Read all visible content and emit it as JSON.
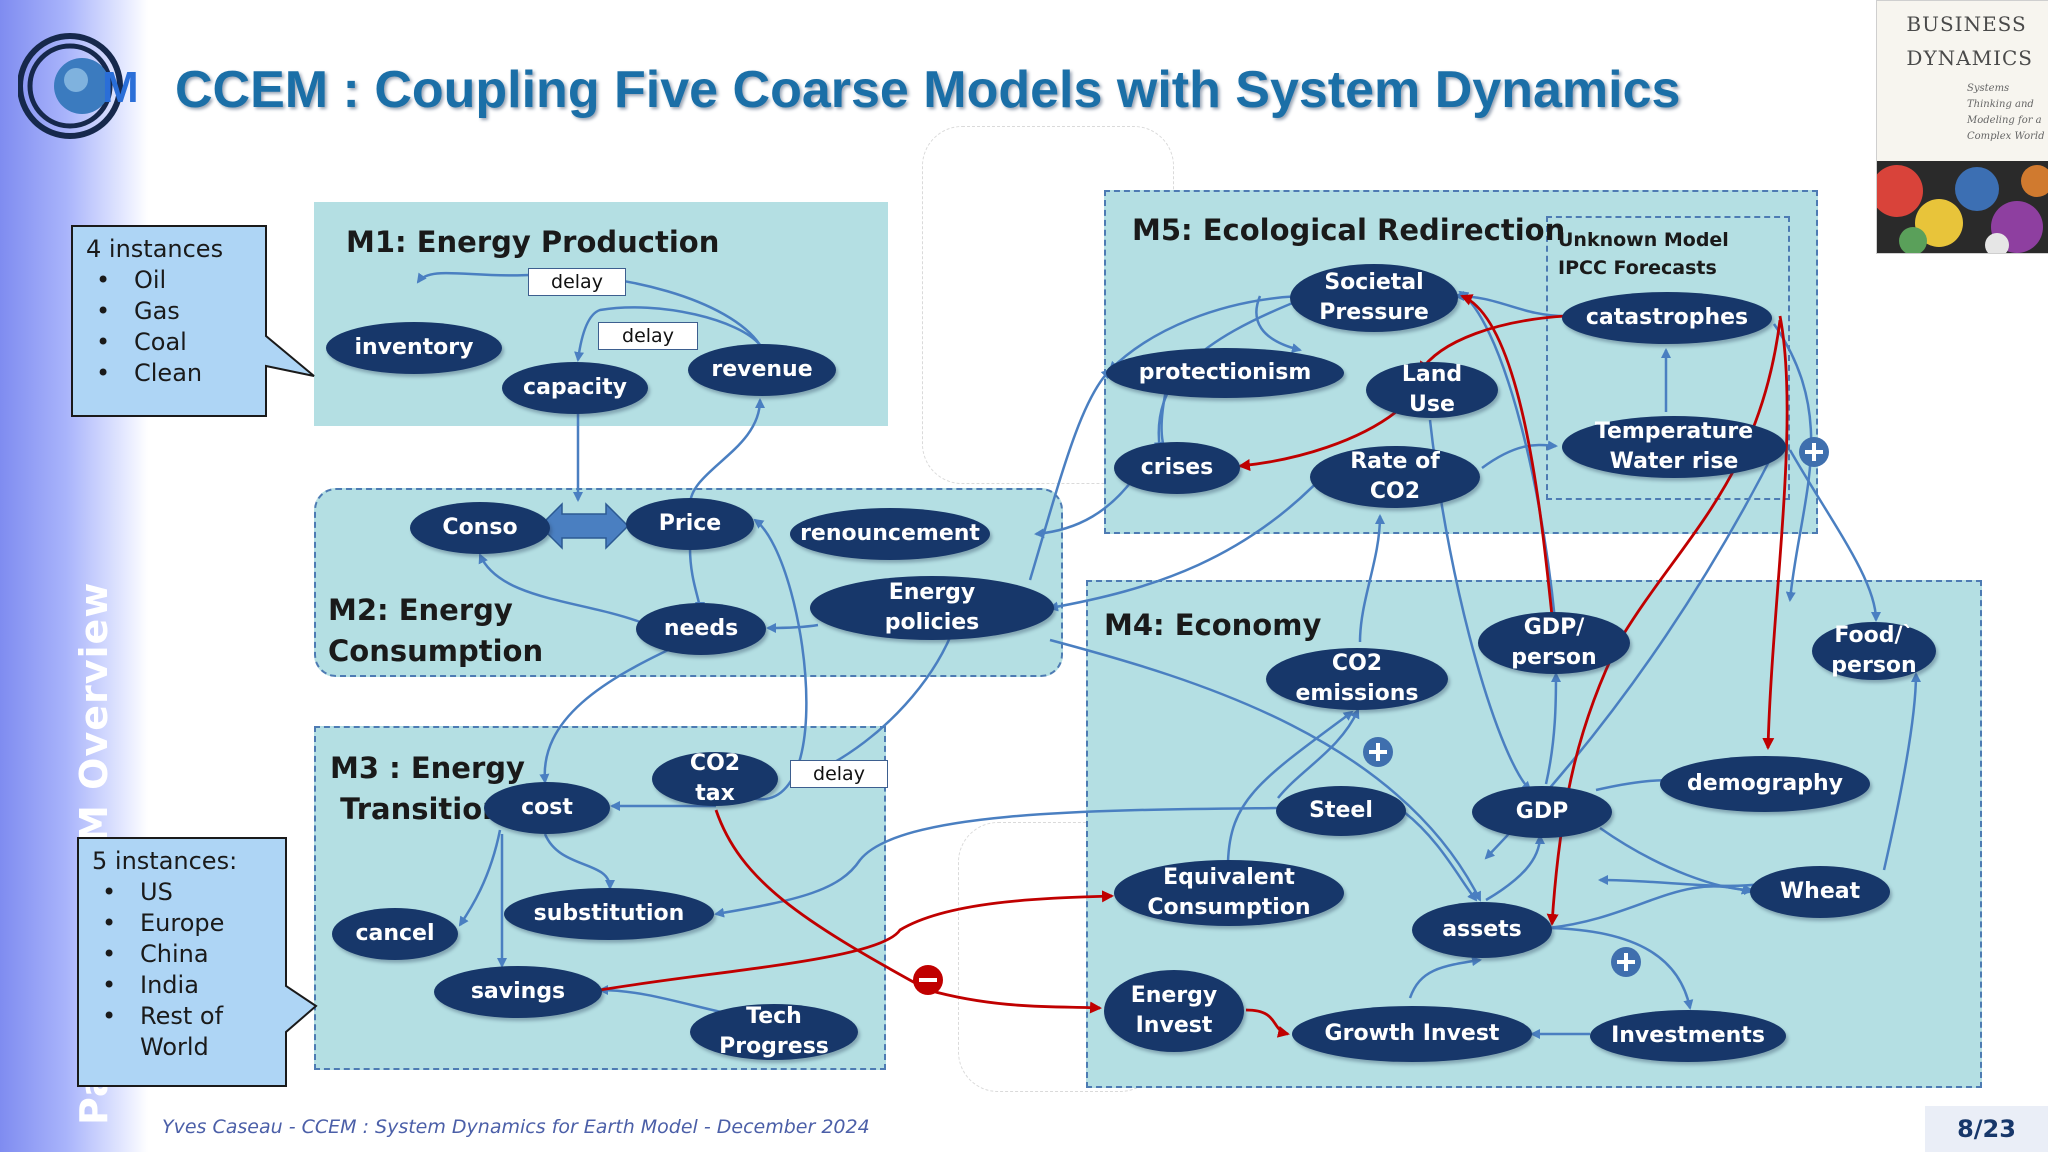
{
  "title": "CCEM : Coupling Five Coarse Models with System Dynamics",
  "sidebar": {
    "vertical_text": "Part II  - CCEM Overview"
  },
  "logo": {
    "text": "CCEM"
  },
  "book_cover": {
    "title_line1": "BUSINESS",
    "title_line2": "DYNAMICS",
    "subtitle": "Systems\nThinking and\nModeling for a\nComplex World"
  },
  "callouts": {
    "energy": {
      "heading": "4 instances",
      "items": [
        "Oil",
        "Gas",
        "Coal",
        "Clean"
      ]
    },
    "regions": {
      "heading": "5 instances:",
      "items": [
        "US",
        "Europe",
        "China",
        "India",
        "Rest of\nWorld"
      ]
    }
  },
  "panels": {
    "m1": {
      "title": "M1: Energy Production"
    },
    "m2": {
      "title": "M2: Energy\nConsumption"
    },
    "m3": {
      "title": "M3 : Energy\n Transition"
    },
    "m4": {
      "title": "M4: Economy"
    },
    "m5": {
      "title": "M5: Ecological Redirection",
      "unknown_model": "Unknown Model\nIPCC Forecasts"
    }
  },
  "delay_labels": {
    "d1": "delay",
    "d2": "delay",
    "d3": "delay"
  },
  "nodes": {
    "inventory": "inventory",
    "capacity": "capacity",
    "revenue": "revenue",
    "conso": "Conso",
    "price": "Price",
    "renouncement": "renouncement",
    "needs": "needs",
    "energy_policies": "Energy\npolicies",
    "co2_tax": "CO2\ntax",
    "cost": "cost",
    "substitution": "substitution",
    "cancel": "cancel",
    "savings": "savings",
    "tech_progress": "Tech\nProgress",
    "societal_pressure": "Societal\nPressure",
    "protectionism": "protectionism",
    "land_use": "Land\nUse",
    "crises": "crises",
    "rate_co2": "Rate of\nCO2",
    "catastrophes": "catastrophes",
    "temperature": "Temperature\nWater rise",
    "co2_emissions": "CO2\nemissions",
    "gdp_person": "GDP/\nperson",
    "food_person": "Food/`\nperson",
    "steel": "Steel",
    "gdp": "GDP",
    "demography": "demography",
    "equivalent_consumption": "Equivalent\nConsumption",
    "assets": "assets",
    "wheat": "Wheat",
    "energy_invest": "Energy\nInvest",
    "growth_invest": "Growth Invest",
    "investments": "Investments"
  },
  "footer": "Yves Caseau  - CCEM : System Dynamics for Earth Model - December 2024",
  "page_number": "8/23",
  "colors": {
    "node": "#17376a",
    "panel": "#b4dfe3",
    "link": "#4a7fc1",
    "negative_link": "#c00000",
    "title": "#1b6fa7"
  }
}
